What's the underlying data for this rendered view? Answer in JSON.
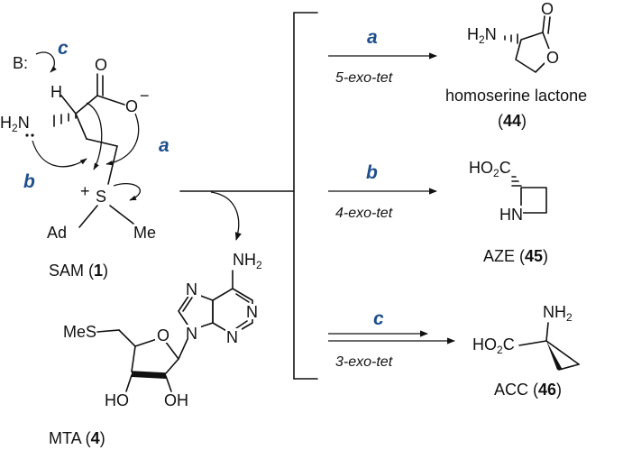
{
  "colors": {
    "letter": "#1f4e8c",
    "ink": "#111111"
  },
  "sam": {
    "base_label": "B:",
    "H": "H",
    "N": "H",
    "N_label": "N",
    "O": "O",
    "O_minus": "O",
    "minus": "−",
    "plus": "+",
    "S": "S",
    "Ad": "Ad",
    "Me": "Me",
    "name": "SAM (",
    "num": "1",
    "close": ")",
    "letter_a": "a",
    "letter_b": "b",
    "letter_c": "c"
  },
  "mta": {
    "NH": "NH",
    "NH_sub": "2",
    "N": "N",
    "MeS": "MeS",
    "O": "O",
    "HO": "HO",
    "OH": "OH",
    "name": "MTA (",
    "num": "4",
    "close": ")"
  },
  "pathways": [
    {
      "letter": "a",
      "mode": "5-exo-tet"
    },
    {
      "letter": "b",
      "mode": "4-exo-tet"
    },
    {
      "letter": "c",
      "mode": "3-exo-tet"
    }
  ],
  "products": {
    "lactone": {
      "H2N": "H",
      "N": "N",
      "O": "O",
      "name": "homoserine lactone",
      "num": "44"
    },
    "aze": {
      "HO2C": "HO",
      "sub2": "2",
      "C": "C",
      "HN": "HN",
      "name": "AZE (",
      "num": "45",
      "close": ")"
    },
    "acc": {
      "NH": "NH",
      "sub2": "2",
      "HO2C": "HO",
      "C": "C",
      "name": "ACC (",
      "num": "46",
      "close": ")"
    }
  }
}
